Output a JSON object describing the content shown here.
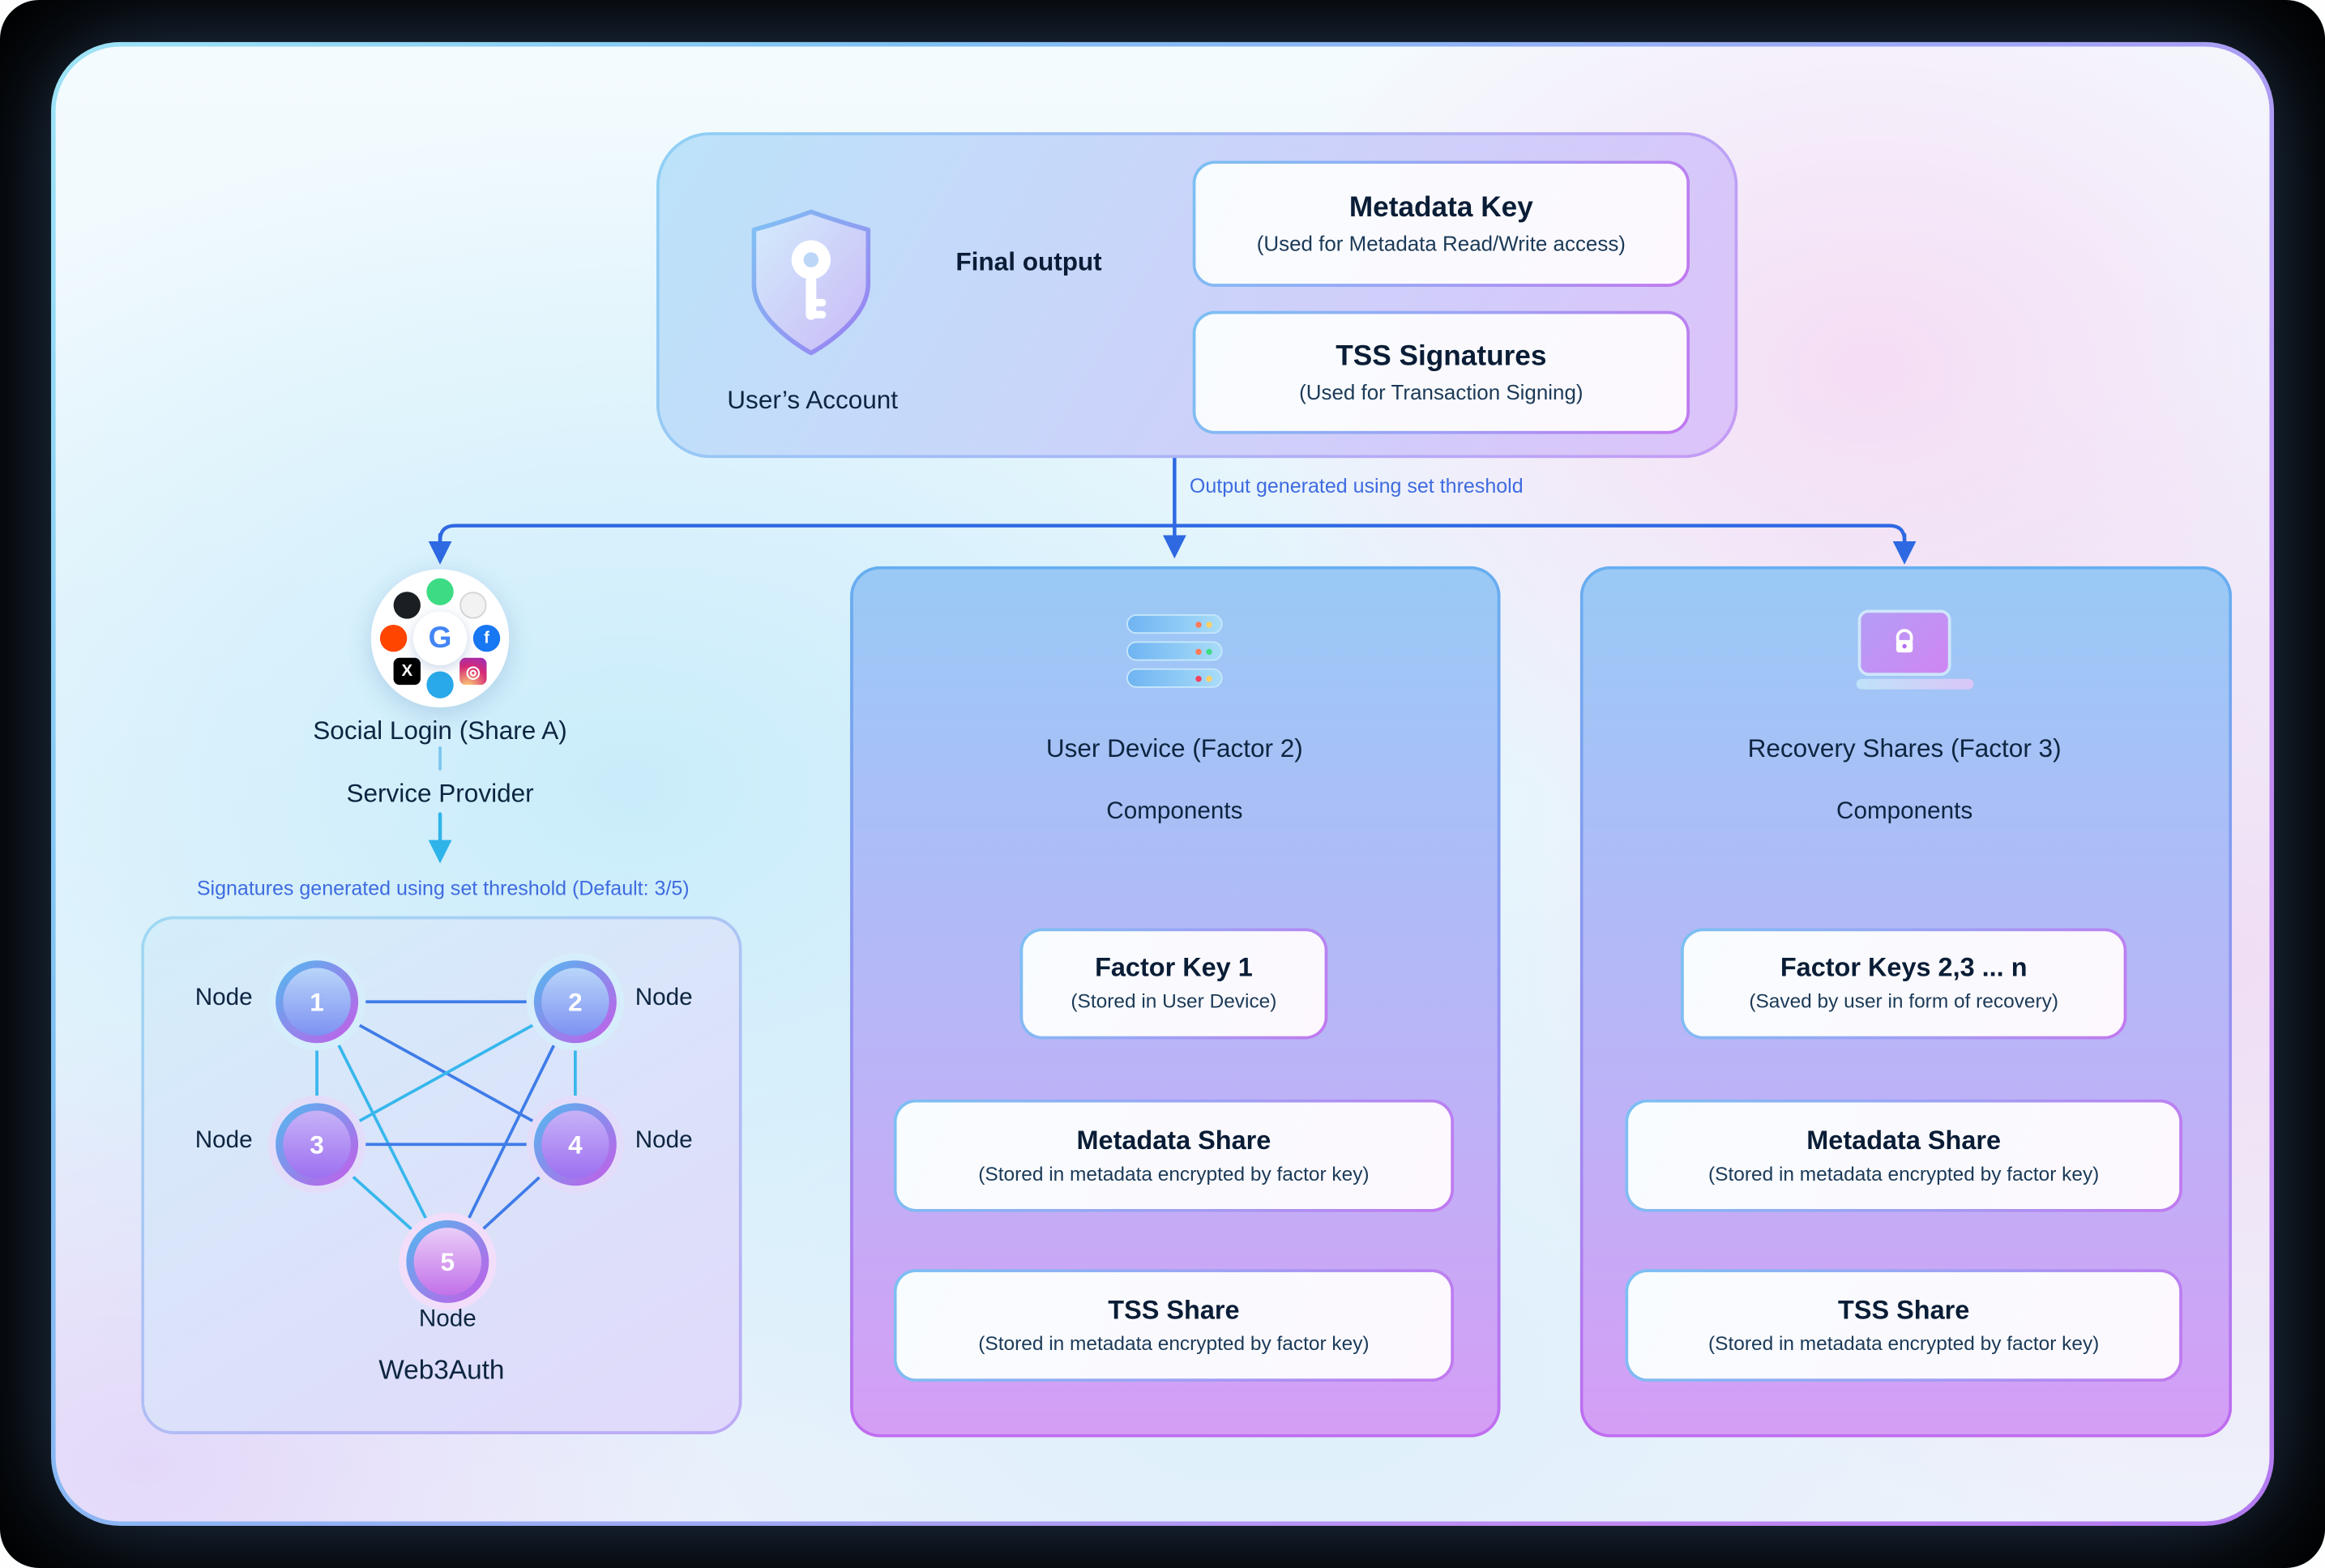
{
  "account": {
    "label": "User’s Account",
    "final_output": "Final output",
    "metadata_key": {
      "title": "Metadata Key",
      "subtitle": "(Used for Metadata Read/Write access)"
    },
    "tss_signatures": {
      "title": "TSS Signatures",
      "subtitle": "(Used for Transaction Signing)"
    }
  },
  "branch": {
    "threshold_label": "Output generated using set threshold"
  },
  "social": {
    "share_label": "Social Login (Share A)",
    "provider_label": "Service Provider",
    "signatures_label": "Signatures generated using set threshold (Default: 3/5)",
    "google_letter": "G",
    "facebook_letter": "f",
    "x_letter": "X",
    "instagram_glyph": "◎"
  },
  "network": {
    "title": "Web3Auth",
    "nodes": [
      {
        "number": "1",
        "label": "Node"
      },
      {
        "number": "2",
        "label": "Node"
      },
      {
        "number": "3",
        "label": "Node"
      },
      {
        "number": "4",
        "label": "Node"
      },
      {
        "number": "5",
        "label": "Node"
      }
    ]
  },
  "device_panel": {
    "title": "User Device (Factor 2)",
    "components_label": "Components",
    "cards": [
      {
        "title": "Factor Key 1",
        "subtitle": "(Stored in User Device)"
      },
      {
        "title": "Metadata Share",
        "subtitle": "(Stored in metadata encrypted by factor key)"
      },
      {
        "title": "TSS Share",
        "subtitle": "(Stored in metadata encrypted by factor key)"
      }
    ]
  },
  "recovery_panel": {
    "title": "Recovery Shares (Factor 3)",
    "components_label": "Components",
    "cards": [
      {
        "title": "Factor Keys 2,3 ... n",
        "subtitle": "(Saved by user in form of recovery)"
      },
      {
        "title": "Metadata Share",
        "subtitle": "(Stored in metadata encrypted by factor key)"
      },
      {
        "title": "TSS Share",
        "subtitle": "(Stored in metadata encrypted by factor key)"
      }
    ]
  },
  "colors": {
    "arrow_blue": "#2e69e2",
    "arrow_cyan": "#2fb4ea",
    "label_blue": "#3e6be0",
    "title_dark": "#0a1d36"
  }
}
